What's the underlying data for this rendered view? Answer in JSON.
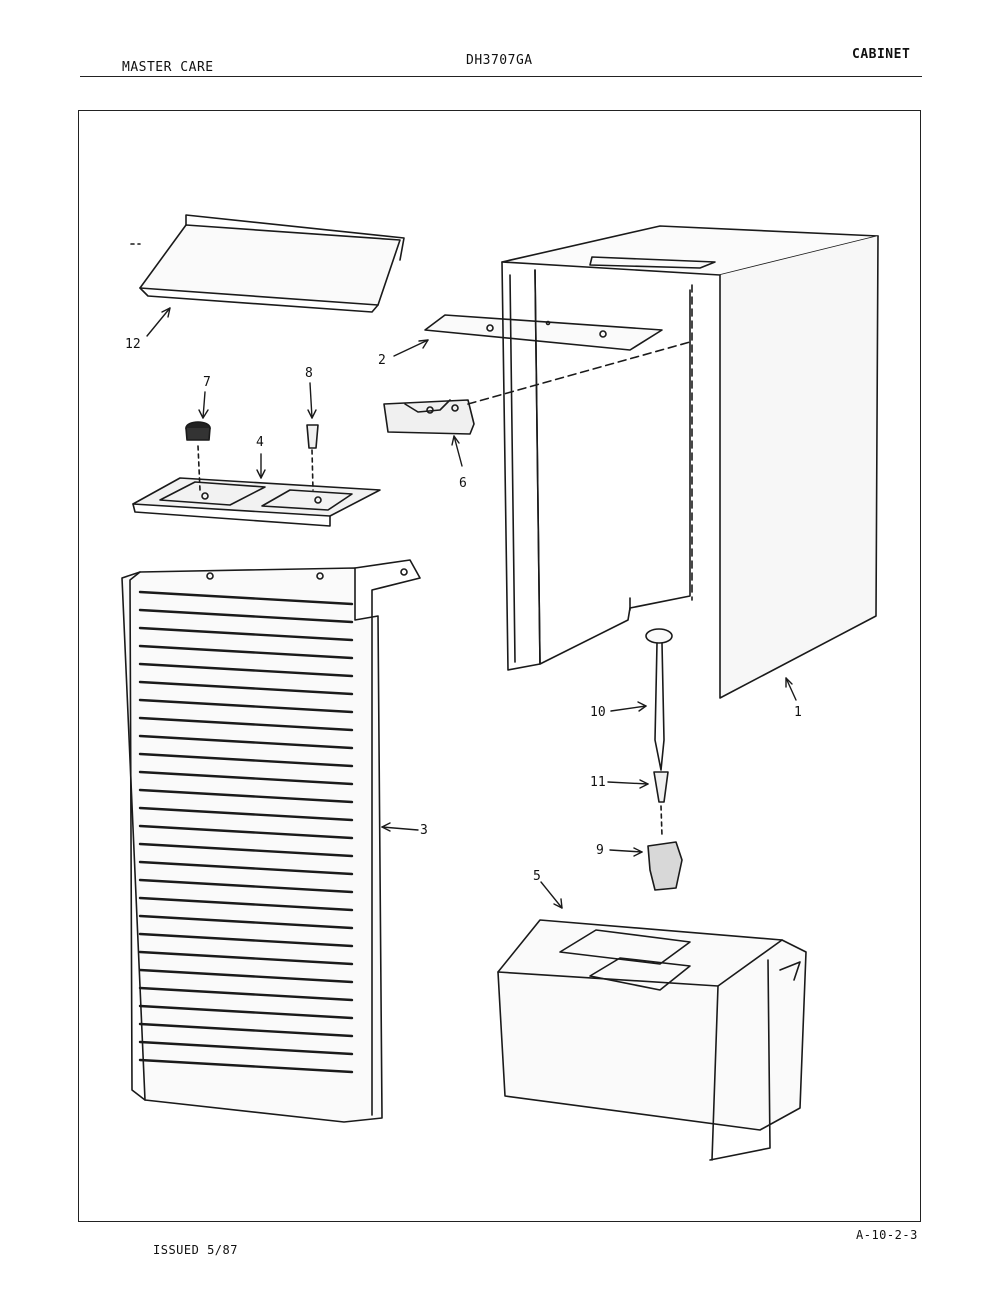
{
  "header": {
    "brand": "MASTER CARE",
    "model": "DH3707GA",
    "section": "CABINET"
  },
  "footer": {
    "issued": "ISSUED 5/87",
    "page_code": "A-10-2-3"
  },
  "callouts": {
    "c1": "1",
    "c2": "2",
    "c3": "3",
    "c4": "4",
    "c5": "5",
    "c6": "6",
    "c7": "7",
    "c8": "8",
    "c9": "9",
    "c10": "10",
    "c11": "11",
    "c12": "12"
  }
}
